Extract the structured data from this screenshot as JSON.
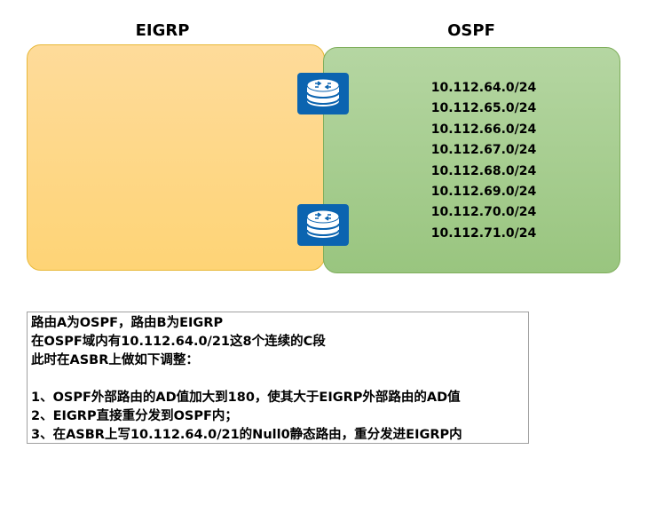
{
  "diagram": {
    "regions": [
      {
        "id": "eigrp",
        "title": "EIGRP",
        "color": "#fed98a"
      },
      {
        "id": "ospf",
        "title": "OSPF",
        "color": "#a8ce91"
      }
    ],
    "routers": [
      {
        "id": "router-a",
        "icon": "router-icon",
        "color": "#0b64b0"
      },
      {
        "id": "router-b",
        "icon": "router-icon",
        "color": "#0b64b0"
      }
    ],
    "ospf_subnets": [
      "10.112.64.0/24",
      "10.112.65.0/24",
      "10.112.66.0/24",
      "10.112.67.0/24",
      "10.112.68.0/24",
      "10.112.69.0/24",
      "10.112.70.0/24",
      "10.112.71.0/24"
    ]
  },
  "notes": {
    "lines": [
      "路由A为OSPF，路由B为EIGRP",
      "在OSPF域内有10.112.64.0/21这8个连续的C段",
      "此时在ASBR上做如下调整：",
      "",
      "1、OSPF外部路由的AD值加大到180，使其大于EIGRP外部路由的AD值",
      "2、EIGRP直接重分发到OSPF内；",
      "3、在ASBR上写10.112.64.0/21的Null0静态路由，重分发进EIGRP内"
    ]
  }
}
